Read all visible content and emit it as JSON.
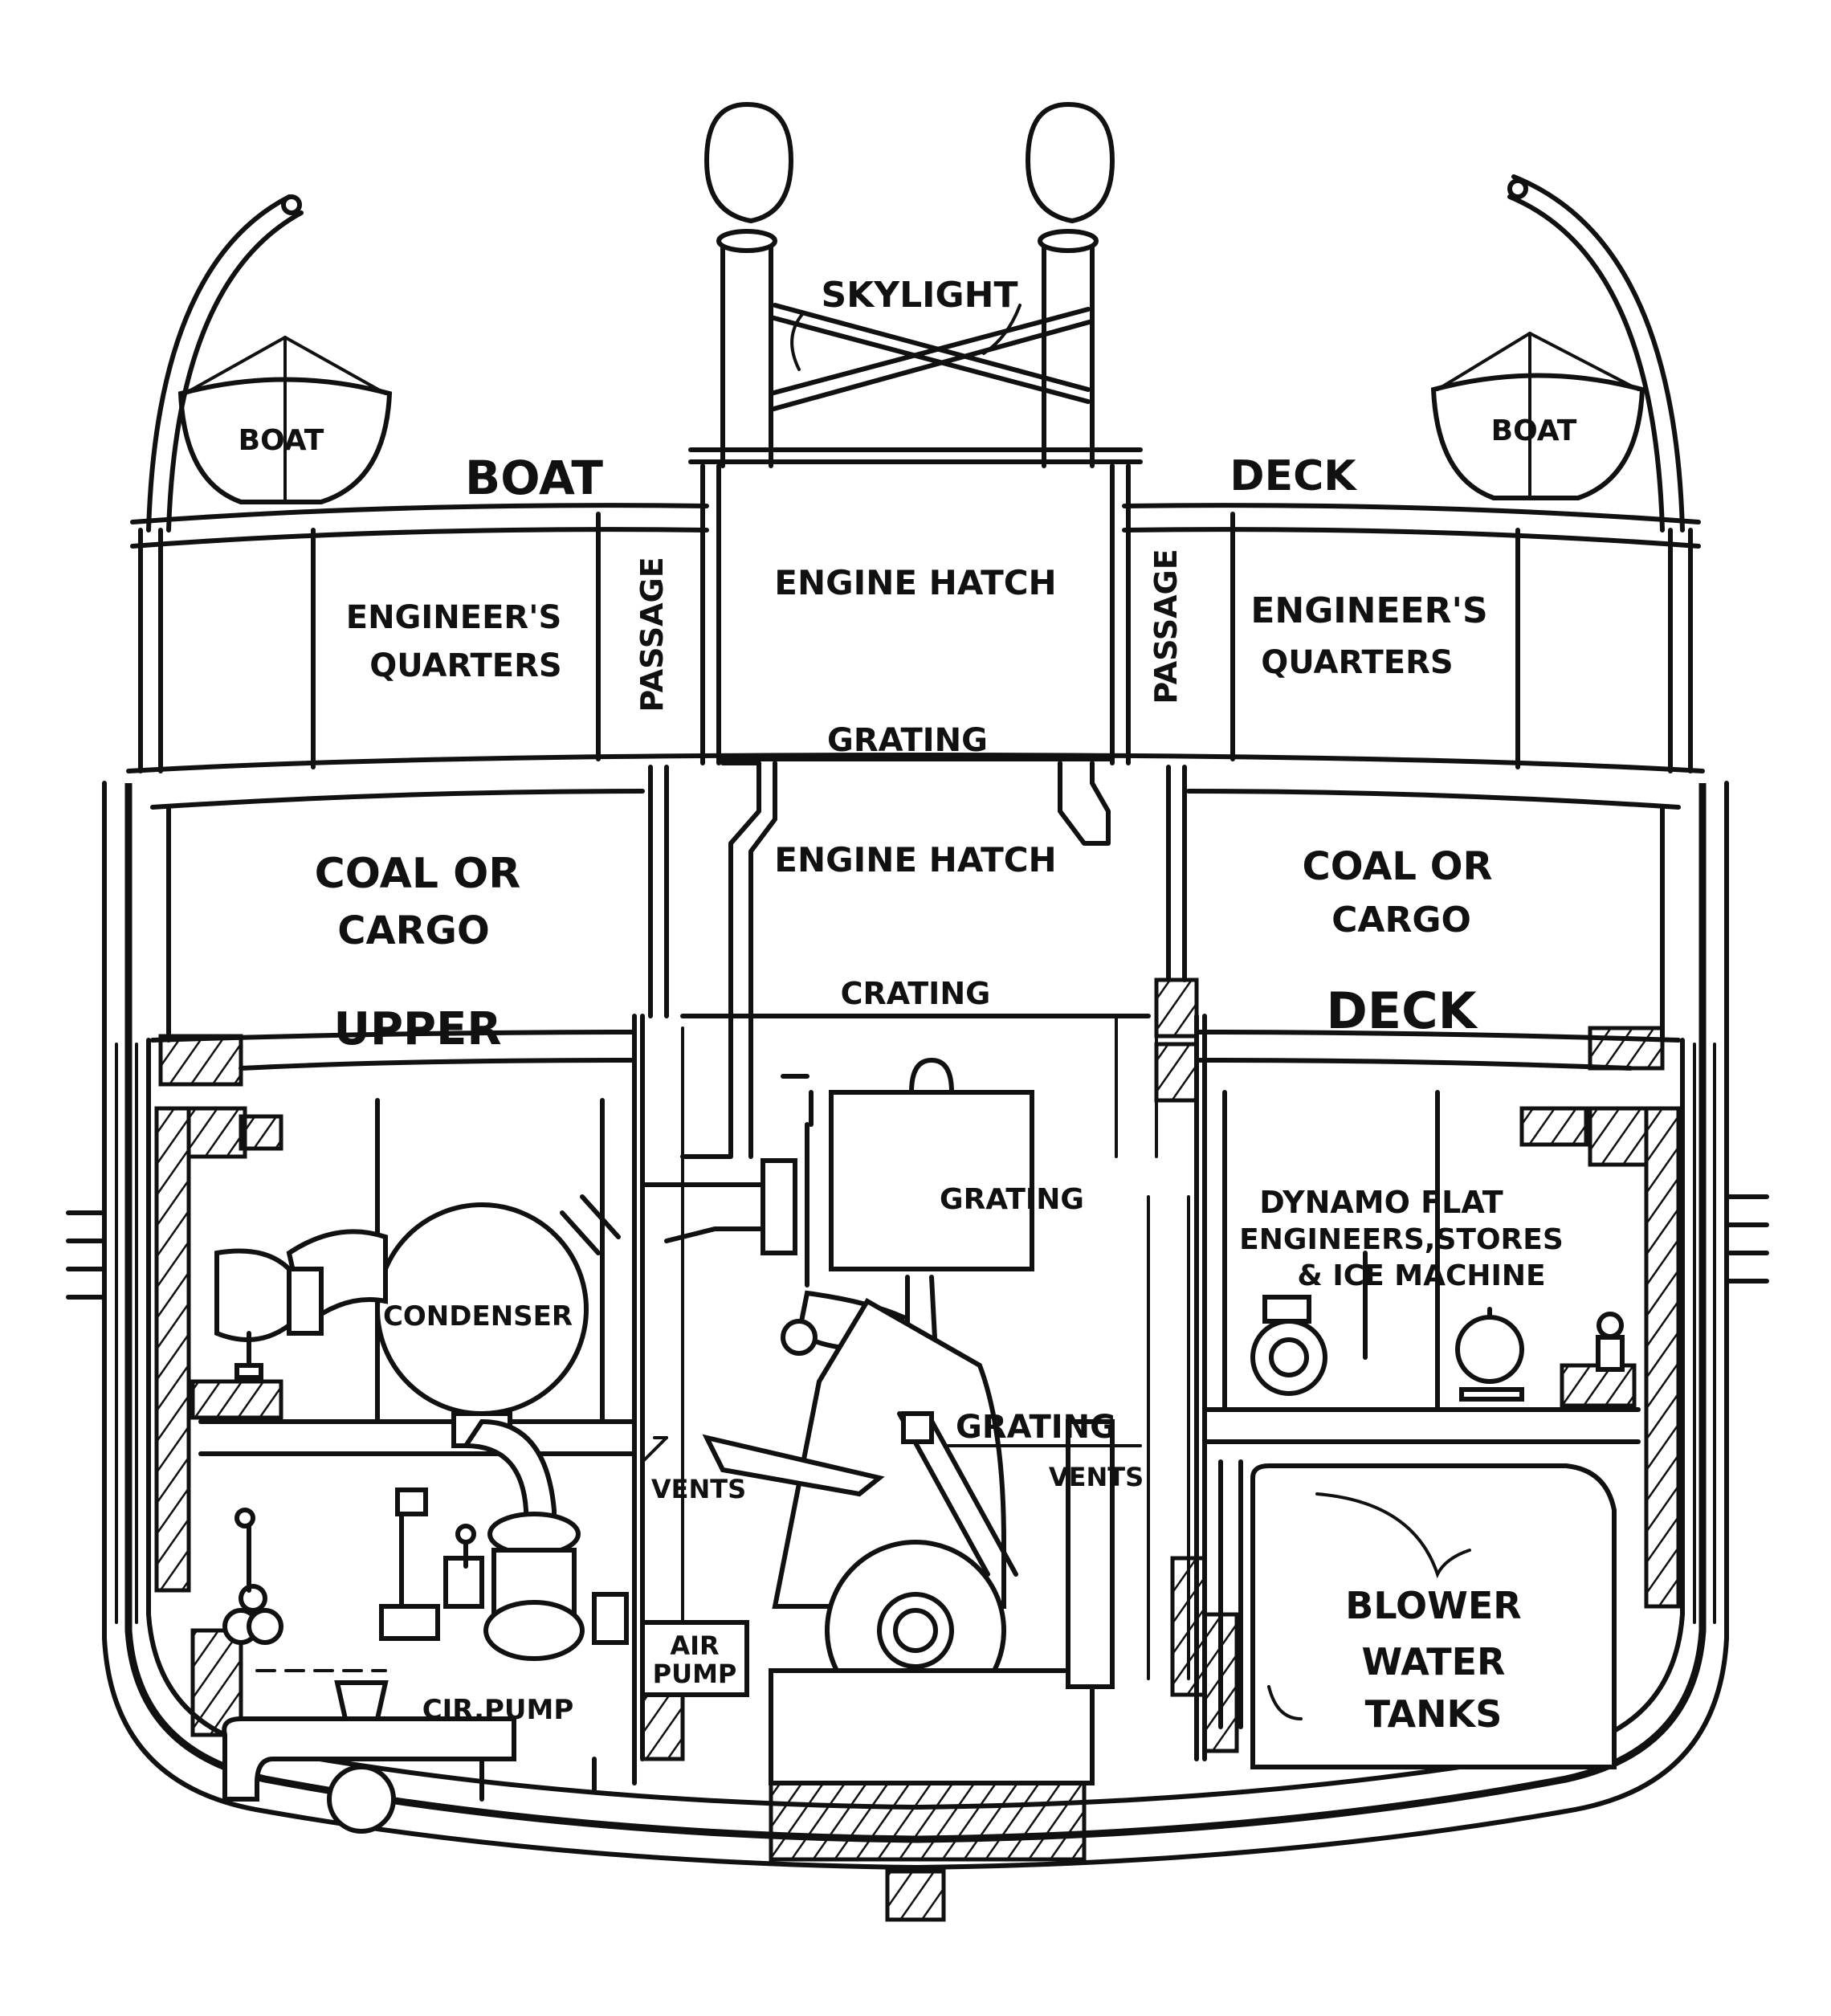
{
  "labels": {
    "skylight": "SKYLIGHT",
    "boat_left": "BOAT",
    "boat_right": "BOAT",
    "boat_deck_1": "BOAT",
    "boat_deck_2": "DECK",
    "engineers_quarters_left_1": "ENGINEER'S",
    "engineers_quarters_left_2": "QUARTERS",
    "engineers_quarters_right_1": "ENGINEER'S",
    "engineers_quarters_right_2": "QUARTERS",
    "passage_left": "PASSAGE",
    "passage_right": "PASSAGE",
    "engine_hatch_top": "ENGINE HATCH",
    "grating_top": "GRATING",
    "engine_hatch_mid": "ENGINE HATCH",
    "coal_left_1": "COAL OR",
    "coal_left_2": "CARGO",
    "coal_right_1": "COAL OR",
    "coal_right_2": "CARGO",
    "upper_deck_1": "UPPER",
    "upper_deck_2": "DECK",
    "grating_mid": "CRATING",
    "grating_engine": "GRATING",
    "condenser": "CONDENSER",
    "dynamo_1": "DYNAMO FLAT",
    "dynamo_2": "ENGINEERS,STORES",
    "dynamo_3": "& ICE MACHINE",
    "grating_lower": "GRATING",
    "vents_left": "VENTS",
    "vents_right": "VENTS",
    "blower_1": "BLOWER",
    "blower_2": "WATER",
    "blower_3": "TANKS",
    "air_pump_1": "AIR",
    "air_pump_2": "PUMP",
    "cir_pump": "CIR.PUMP"
  },
  "colors": {
    "ink": "#111111",
    "paper": "#ffffff"
  }
}
